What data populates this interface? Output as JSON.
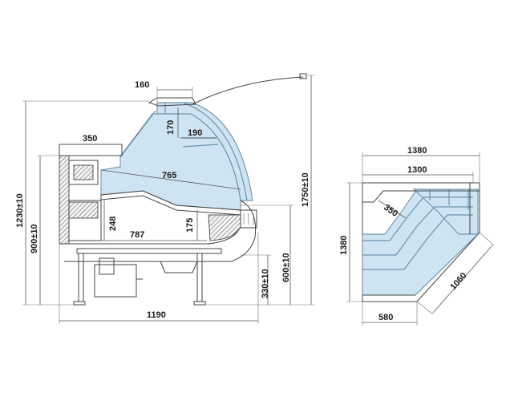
{
  "colors": {
    "glass": "#cfe4f2",
    "glass_edge": "#5a7f98",
    "line": "#444444",
    "background": "#ffffff"
  },
  "side_view": {
    "dims": {
      "top_reach": "160",
      "shelf_offset": "170",
      "shelf_width": "190",
      "top_shelf_depth": "350",
      "display_depth": "765",
      "interior_depth": "787",
      "well_height": "248",
      "front_height": "175",
      "total_width": "1190",
      "counter_height": "1230±10",
      "base_height": "900±10",
      "total_height": "1750±10",
      "plinth_height": "330±10",
      "deck_height": "600±10"
    }
  },
  "corner_view": {
    "dims": {
      "outer_width": "1380",
      "inner_width": "1300",
      "depth": "1380",
      "radius": "350",
      "diagonal": "1060",
      "base_width": "580"
    }
  }
}
